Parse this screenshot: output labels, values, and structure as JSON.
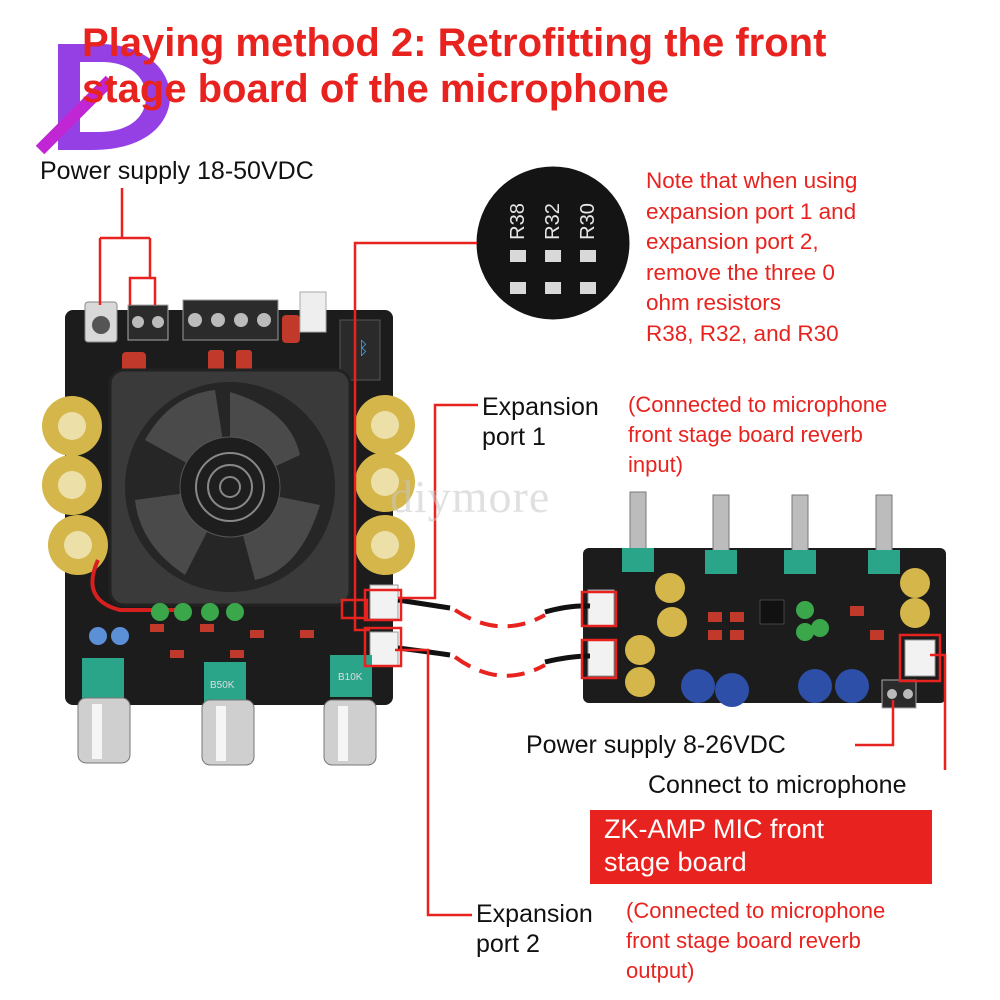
{
  "title": {
    "line1": "Playing method 2: Retrofitting the front",
    "line2": "stage board of the microphone"
  },
  "labels": {
    "power_main": "Power supply 18-50VDC",
    "expansion1_line1": "Expansion",
    "expansion1_line2": "port 1",
    "expansion1_note_line1": "(Connected to microphone",
    "expansion1_note_line2": "front stage board reverb",
    "expansion1_note_line3": "input)",
    "power_mic": "Power supply 8-26VDC",
    "connect_mic": "Connect to microphone",
    "expansion2_line1": "Expansion",
    "expansion2_line2": "port 2",
    "expansion2_note_line1": "(Connected to microphone",
    "expansion2_note_line2": "front stage board reverb",
    "expansion2_note_line3": "output)"
  },
  "note": {
    "line1": "Note that when using",
    "line2": "expansion port 1 and",
    "line3": "expansion port 2,",
    "line4": "remove the three 0",
    "line5": "ohm resistors",
    "line6": "R38, R32, and R30"
  },
  "resistors": [
    "R38",
    "R32",
    "R30"
  ],
  "board_box": {
    "line1": "ZK-AMP MIC front",
    "line2": "stage board"
  },
  "pot_labels": [
    "B50K",
    "B10K"
  ],
  "watermark": "diymore",
  "colors": {
    "accent_red": "#e8231f",
    "pcb": "#1c1c1c",
    "heatsink": "#3a3a3a",
    "capacitor_gold": "#d4b64a",
    "capacitor_blue": "#2e4fa8",
    "pot_green": "#2aa58a"
  }
}
